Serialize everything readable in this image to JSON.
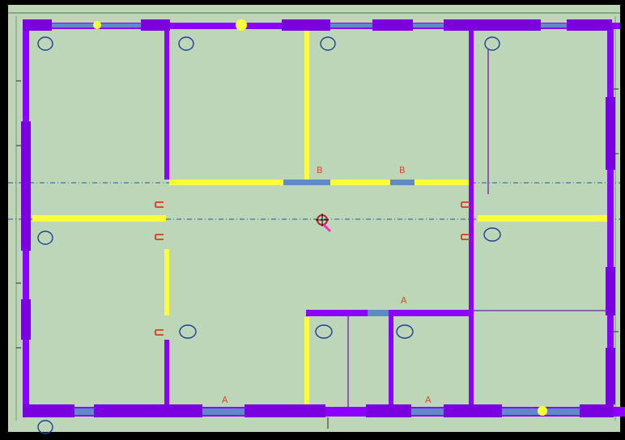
{
  "drawing": {
    "background_color": "#000000",
    "sheet_color": "#bcd6b7",
    "wall_color": "#8c00ff",
    "beam_color": "#ffff3a",
    "axis_color": "#1e5aa0",
    "opening_color": "#5f8ac8",
    "dimension_color": "#d84c2a",
    "label_color": "#1e3f96"
  },
  "section_marks": {
    "top_b_left": "B",
    "top_b_right": "B",
    "middle_a": "A",
    "bottom_a_left": "A",
    "bottom_a_right": "A"
  },
  "icons": [
    "column-marker-icon",
    "ellipse-tag-icon",
    "center-point-icon"
  ]
}
